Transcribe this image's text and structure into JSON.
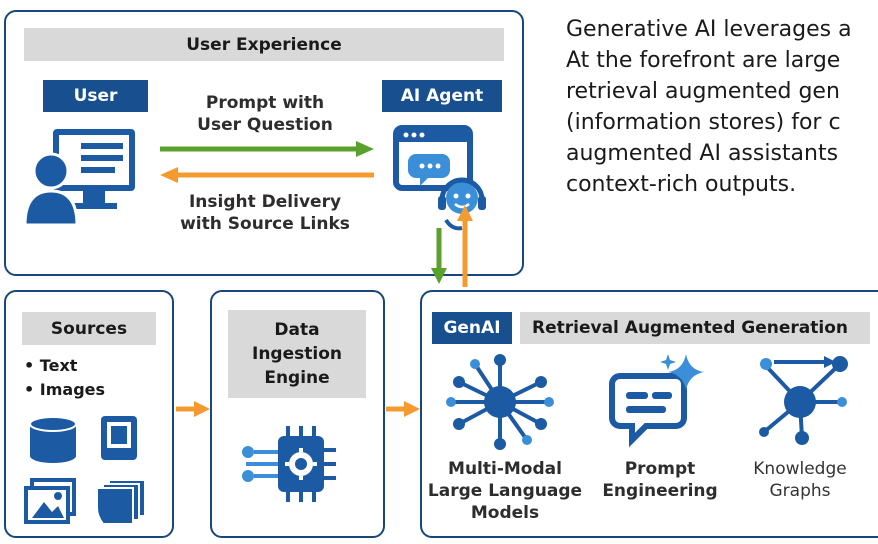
{
  "description": "Generative AI leverages a\nAt the forefront are large\nretrieval augmented gen\n(information stores) for c\naugmented AI assistants\ncontext-rich outputs.",
  "user_experience": {
    "title": "User Experience",
    "user_label": "User",
    "agent_label": "AI Agent",
    "prompt_line1": "Prompt with",
    "prompt_line2": "User Question",
    "insight_line1": "Insight Delivery",
    "insight_line2": "with Source Links"
  },
  "sources": {
    "title": "Sources",
    "items": [
      "Text",
      "Images"
    ]
  },
  "ingestion": {
    "line1": "Data",
    "line2": "Ingestion",
    "line3": "Engine"
  },
  "rag": {
    "badge": "GenAI",
    "title": "Retrieval Augmented Generation",
    "llm_line1": "Multi-Modal",
    "llm_line2": "Large Language",
    "llm_line3": "Models",
    "prompt_line1": "Prompt",
    "prompt_line2": "Engineering",
    "kg_line1": "Knowledge",
    "kg_line2": "Graphs"
  },
  "colors": {
    "border": "#17467a",
    "label_blue": "#174f8f",
    "icon_blue": "#1c5aa3",
    "green_arrow": "#5aa02c",
    "orange_arrow": "#f59a2e"
  }
}
